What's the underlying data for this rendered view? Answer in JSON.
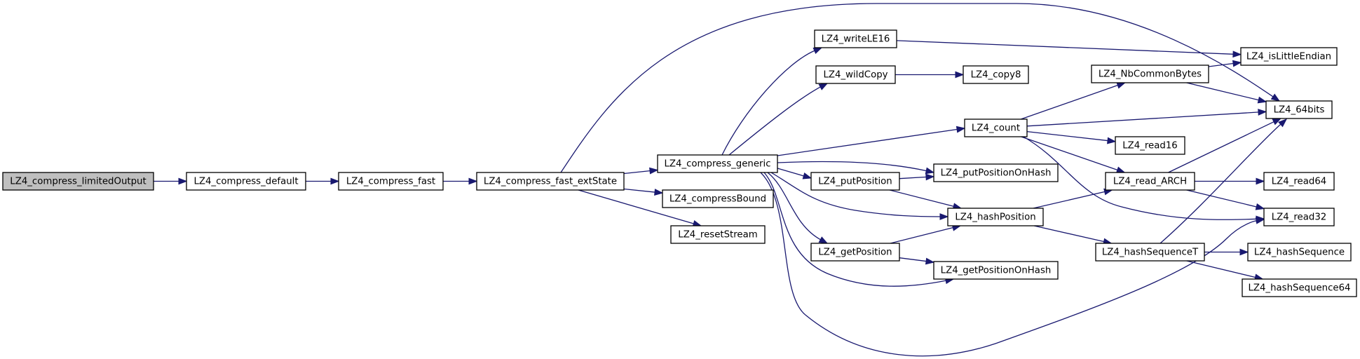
{
  "graph": {
    "title": "Call graph of LZ4_compress_limitedOutput",
    "colors": {
      "edge": "#191970",
      "root_fill": "#bfbfbf",
      "node_fill": "#ffffff",
      "node_border": "#000000"
    },
    "nodes": [
      {
        "id": "limitedOutput",
        "label": "LZ4_compress_limitedOutput",
        "root": true
      },
      {
        "id": "compress_default",
        "label": "LZ4_compress_default"
      },
      {
        "id": "compress_fast",
        "label": "LZ4_compress_fast"
      },
      {
        "id": "fast_extState",
        "label": "LZ4_compress_fast_extState"
      },
      {
        "id": "compress_generic",
        "label": "LZ4_compress_generic"
      },
      {
        "id": "compressBound",
        "label": "LZ4_compressBound"
      },
      {
        "id": "resetStream",
        "label": "LZ4_resetStream"
      },
      {
        "id": "writeLE16",
        "label": "LZ4_writeLE16"
      },
      {
        "id": "wildCopy",
        "label": "LZ4_wildCopy"
      },
      {
        "id": "copy8",
        "label": "LZ4_copy8"
      },
      {
        "id": "count",
        "label": "LZ4_count"
      },
      {
        "id": "putPosition",
        "label": "LZ4_putPosition"
      },
      {
        "id": "putPositionOnHash",
        "label": "LZ4_putPositionOnHash"
      },
      {
        "id": "hashPosition",
        "label": "LZ4_hashPosition"
      },
      {
        "id": "getPosition",
        "label": "LZ4_getPosition"
      },
      {
        "id": "getPositionOnHash",
        "label": "LZ4_getPositionOnHash"
      },
      {
        "id": "NbCommonBytes",
        "label": "LZ4_NbCommonBytes"
      },
      {
        "id": "read16",
        "label": "LZ4_read16"
      },
      {
        "id": "read_ARCH",
        "label": "LZ4_read_ARCH"
      },
      {
        "id": "hashSequenceT",
        "label": "LZ4_hashSequenceT"
      },
      {
        "id": "isLittleEndian",
        "label": "LZ4_isLittleEndian"
      },
      {
        "id": "64bits",
        "label": "LZ4_64bits"
      },
      {
        "id": "read64",
        "label": "LZ4_read64"
      },
      {
        "id": "read32",
        "label": "LZ4_read32"
      },
      {
        "id": "hashSequence",
        "label": "LZ4_hashSequence"
      },
      {
        "id": "hashSequence64",
        "label": "LZ4_hashSequence64"
      }
    ],
    "edges": [
      {
        "from": "limitedOutput",
        "to": "compress_default"
      },
      {
        "from": "compress_default",
        "to": "compress_fast"
      },
      {
        "from": "compress_fast",
        "to": "fast_extState"
      },
      {
        "from": "fast_extState",
        "to": "compress_generic"
      },
      {
        "from": "fast_extState",
        "to": "compressBound"
      },
      {
        "from": "fast_extState",
        "to": "resetStream"
      },
      {
        "from": "fast_extState",
        "to": "64bits"
      },
      {
        "from": "compress_generic",
        "to": "writeLE16"
      },
      {
        "from": "compress_generic",
        "to": "wildCopy"
      },
      {
        "from": "compress_generic",
        "to": "count"
      },
      {
        "from": "compress_generic",
        "to": "putPositionOnHash"
      },
      {
        "from": "compress_generic",
        "to": "putPosition"
      },
      {
        "from": "compress_generic",
        "to": "hashPosition"
      },
      {
        "from": "compress_generic",
        "to": "getPosition"
      },
      {
        "from": "compress_generic",
        "to": "getPositionOnHash"
      },
      {
        "from": "compress_generic",
        "to": "read32"
      },
      {
        "from": "writeLE16",
        "to": "isLittleEndian"
      },
      {
        "from": "wildCopy",
        "to": "copy8"
      },
      {
        "from": "count",
        "to": "NbCommonBytes"
      },
      {
        "from": "count",
        "to": "64bits"
      },
      {
        "from": "count",
        "to": "read16"
      },
      {
        "from": "count",
        "to": "read_ARCH"
      },
      {
        "from": "count",
        "to": "read32"
      },
      {
        "from": "putPosition",
        "to": "putPositionOnHash"
      },
      {
        "from": "putPosition",
        "to": "hashPosition"
      },
      {
        "from": "getPosition",
        "to": "hashPosition"
      },
      {
        "from": "getPosition",
        "to": "getPositionOnHash"
      },
      {
        "from": "hashPosition",
        "to": "read_ARCH"
      },
      {
        "from": "hashPosition",
        "to": "hashSequenceT"
      },
      {
        "from": "NbCommonBytes",
        "to": "isLittleEndian"
      },
      {
        "from": "NbCommonBytes",
        "to": "64bits"
      },
      {
        "from": "read_ARCH",
        "to": "64bits"
      },
      {
        "from": "read_ARCH",
        "to": "read64"
      },
      {
        "from": "read_ARCH",
        "to": "read32"
      },
      {
        "from": "hashSequenceT",
        "to": "64bits"
      },
      {
        "from": "hashSequenceT",
        "to": "hashSequence"
      },
      {
        "from": "hashSequenceT",
        "to": "hashSequence64"
      }
    ]
  }
}
